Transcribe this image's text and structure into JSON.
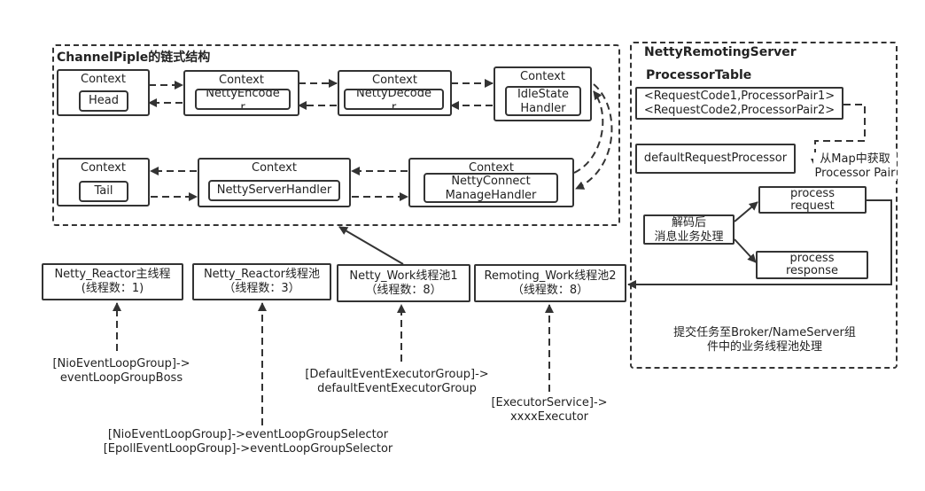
{
  "pipeline": {
    "title": "ChannelPiple的链式结构",
    "context_label": "Context",
    "head": "Head",
    "encoder_line1": "NettyEncode",
    "encoder_line2": "r",
    "decoder_line1": "NettyDecode",
    "decoder_line2": "r",
    "idle_line1": "IdleState",
    "idle_line2": "Handler",
    "tail": "Tail",
    "server_handler": "NettyServerHandler",
    "connect_line1": "NettyConnect",
    "connect_line2": "ManageHandler"
  },
  "remoting": {
    "title": "NettyRemotingServer",
    "processor_table": "ProcessorTable",
    "pair1": "<RequestCode1,ProcessorPair1>",
    "pair2": "<RequestCode2,ProcessorPair2>",
    "default_processor": "defaultRequestProcessor",
    "lookup_line1": "从Map中获取",
    "lookup_line2": "Processor Pair",
    "decoded_line1": "解码后",
    "decoded_line2": "消息业务处理",
    "process_request_line1": "process",
    "process_request_line2": "request",
    "process_response_line1": "process",
    "process_response_line2": "response",
    "submit_line1": "提交任务至Broker/NameServer组",
    "submit_line2": "件中的业务线程池处理"
  },
  "threads": {
    "reactor_main_line1": "Netty_Reactor主线程",
    "reactor_main_line2": "(线程数：1)",
    "reactor_pool_line1": "Netty_Reactor线程池",
    "reactor_pool_line2": "（线程数：3）",
    "work_pool_line1": "Netty_Work线程池1",
    "work_pool_line2": "（线程数：8）",
    "remoting_pool_line1": "Remoting_Work线程池2",
    "remoting_pool_line2": "（线程数：8）"
  },
  "labels": {
    "boss_line1": "[NioEventLoopGroup]->",
    "boss_line2": "eventLoopGroupBoss",
    "selector_line1": "[NioEventLoopGroup]->eventLoopGroupSelector",
    "selector_line2": "[EpollEventLoopGroup]->eventLoopGroupSelector",
    "default_exec_line1": "[DefaultEventExecutorGroup]->",
    "default_exec_line2": "defaultEventExecutorGroup",
    "executor_line1": "[ExecutorService]->",
    "executor_line2": "xxxxExecutor"
  }
}
